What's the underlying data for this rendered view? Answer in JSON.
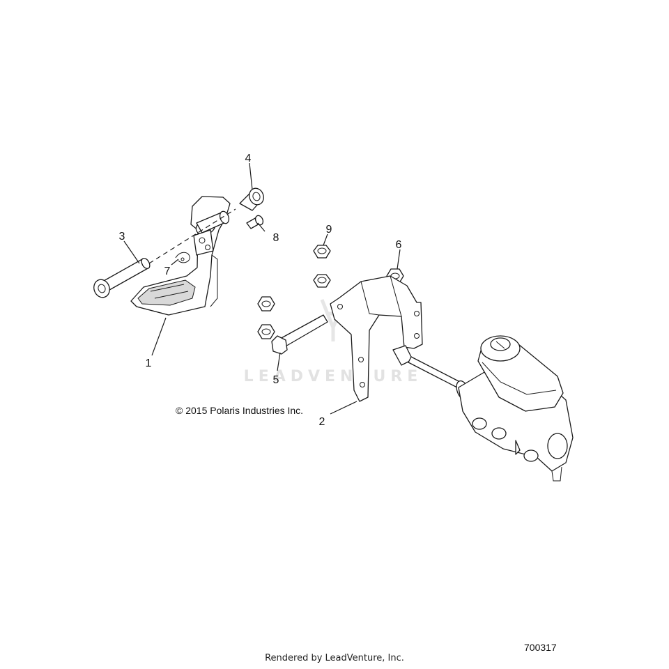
{
  "diagram": {
    "callouts": [
      {
        "id": "1",
        "label": "1"
      },
      {
        "id": "2",
        "label": "2"
      },
      {
        "id": "3",
        "label": "3"
      },
      {
        "id": "4",
        "label": "4"
      },
      {
        "id": "5",
        "label": "5"
      },
      {
        "id": "6",
        "label": "6"
      },
      {
        "id": "7",
        "label": "7"
      },
      {
        "id": "8",
        "label": "8"
      },
      {
        "id": "9",
        "label": "9"
      }
    ],
    "copyright": "© 2015 Polaris Industries Inc.",
    "watermark": "LEADVENTURE",
    "drawing_number": "700317"
  },
  "footer": {
    "rendered_by": "Rendered by LeadVenture, Inc."
  }
}
